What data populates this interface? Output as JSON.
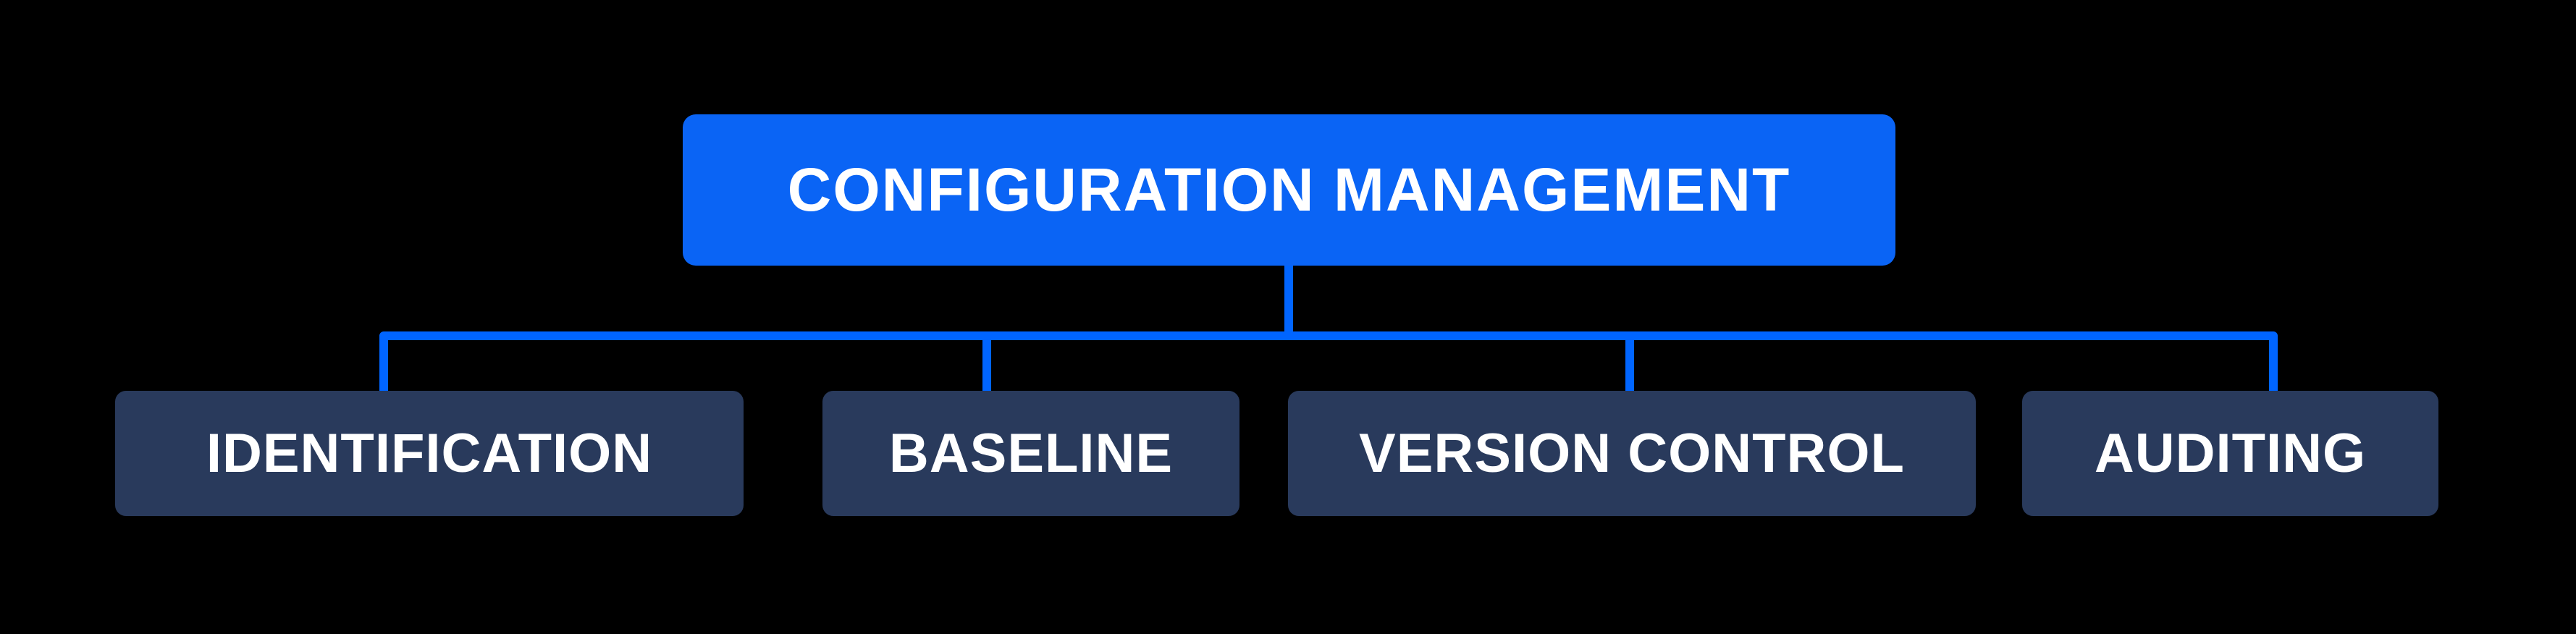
{
  "colors": {
    "background": "#000000",
    "root_fill": "#0A64F5",
    "child_fill": "#293A5C",
    "connector": "#0065FF",
    "text": "#FFFFFF"
  },
  "diagram": {
    "type": "hierarchy",
    "root": {
      "label": "CONFIGURATION MANAGEMENT"
    },
    "children": [
      {
        "label": "IDENTIFICATION"
      },
      {
        "label": "BASELINE"
      },
      {
        "label": "VERSION CONTROL"
      },
      {
        "label": "AUDITING"
      }
    ]
  }
}
